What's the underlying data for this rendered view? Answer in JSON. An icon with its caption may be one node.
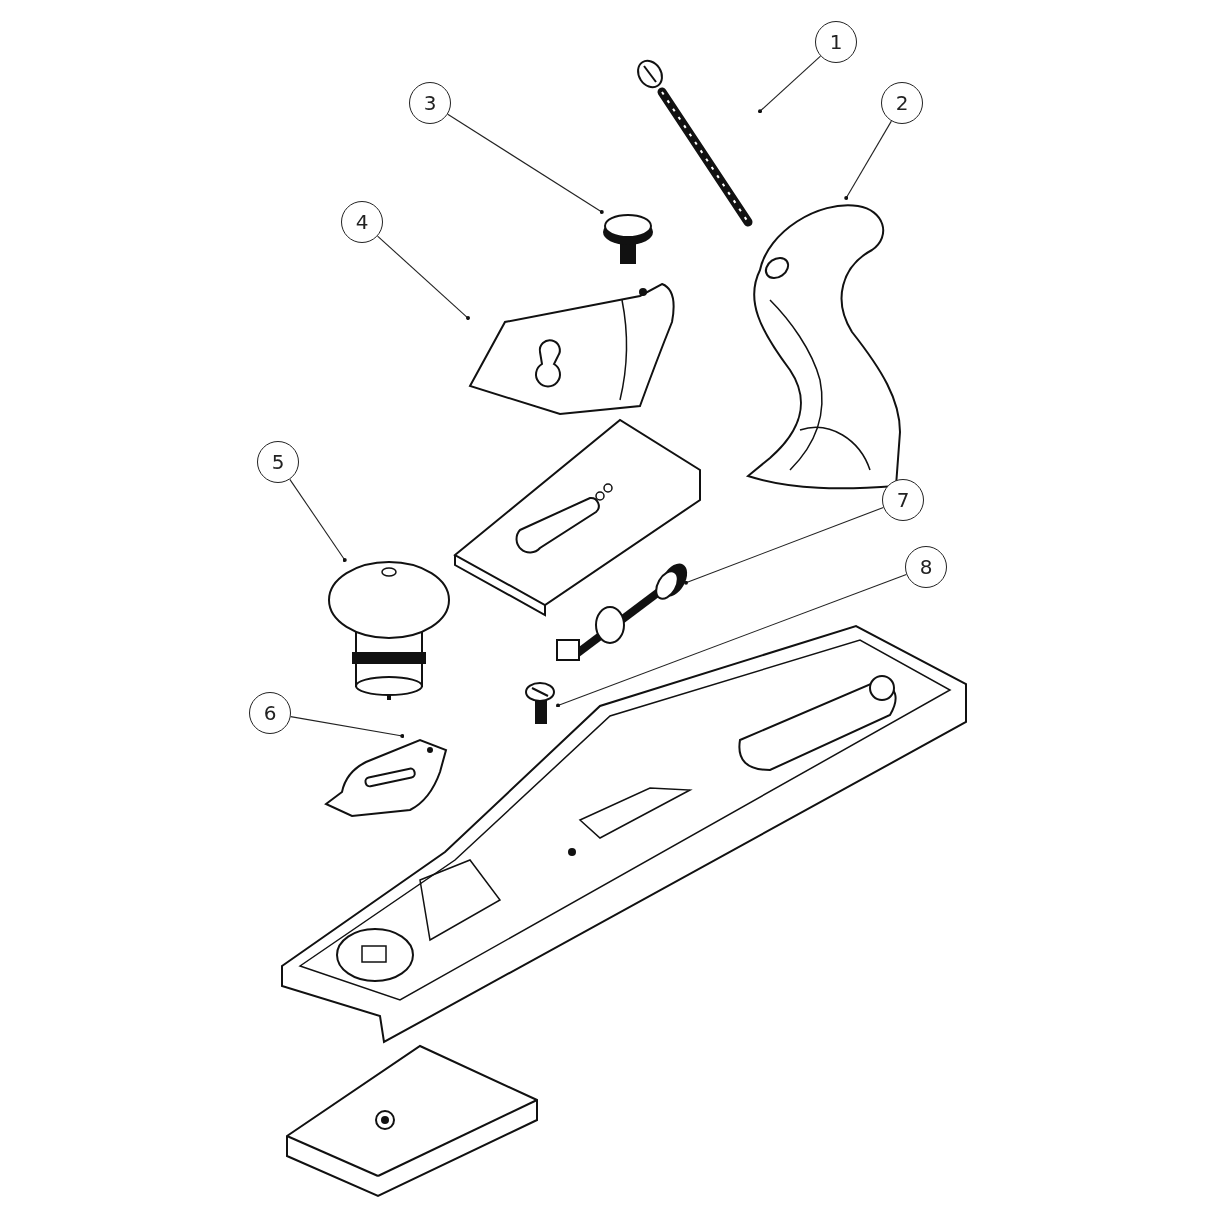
{
  "diagram": {
    "nodes": [
      {
        "text": [
          "1"
        ]
      },
      {
        "text": [
          "2"
        ]
      },
      {
        "text": [
          "3"
        ]
      },
      {
        "text": [
          "4"
        ]
      },
      {
        "text": [
          "5"
        ]
      },
      {
        "text": [
          "6"
        ]
      },
      {
        "text": [
          "7"
        ]
      },
      {
        "text": [
          "8"
        ]
      },
      {
        "text": [],
        "shape": "picture"
      },
      {
        "text": [],
        "shape": "picture"
      },
      {
        "text": [],
        "shape": "picture"
      },
      {
        "text": [],
        "shape": "picture"
      },
      {
        "text": [],
        "shape": "picture"
      },
      {
        "text": [],
        "shape": "picture"
      },
      {
        "text": [],
        "shape": "picture"
      },
      {
        "text": [],
        "shape": "picture"
      }
    ],
    "edges": [
      {
        "from": 0,
        "to": 8,
        "arrow": "other"
      },
      {
        "from": 1,
        "to": 9,
        "arrow": "other"
      },
      {
        "from": 2,
        "to": 10,
        "arrow": "other"
      },
      {
        "from": 3,
        "to": 11,
        "arrow": "other"
      },
      {
        "from": 4,
        "to": 12,
        "arrow": "other"
      },
      {
        "from": 5,
        "to": 13,
        "arrow": "other"
      },
      {
        "from": 6,
        "to": 14,
        "arrow": "other"
      },
      {
        "from": 7,
        "to": 15,
        "arrow": "other"
      }
    ]
  }
}
